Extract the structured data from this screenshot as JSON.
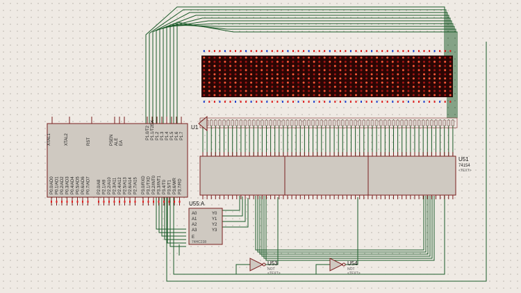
{
  "schematic": {
    "mcu": {
      "ref": "U1",
      "left_pins": [
        "XTAL1",
        "XTAL2",
        "RST",
        "PSEN",
        "ALE",
        "EA"
      ],
      "p0_pins": [
        "P0.0/AD0",
        "P0.1/AD1",
        "P0.2/AD2",
        "P0.3/AD3",
        "P0.4/AD4",
        "P0.5/AD5",
        "P0.6/AD6",
        "P0.7/AD7"
      ],
      "p2_pins": [
        "P2.0/A8",
        "P2.1/A9",
        "P2.2/A10",
        "P2.3/A11",
        "P2.4/A12",
        "P2.5/A13",
        "P2.6/A14",
        "P2.7/A15"
      ],
      "p3_pins": [
        "P3.0/RXD",
        "P3.1/TXD",
        "P3.2/INT0",
        "P3.3/INT1",
        "P3.4/T0",
        "P3.5/T1",
        "P3.6/WR",
        "P3.7/RD"
      ],
      "p1_pins": [
        "P1.0/T2",
        "P1.1/T2EX",
        "P1.2",
        "P1.3",
        "P1.4",
        "P1.5",
        "P1.6",
        "P1.7"
      ]
    },
    "decoder": {
      "ref": "U55:A",
      "part": "74HC238",
      "inputs": [
        "A0",
        "A1",
        "A2",
        "A3"
      ],
      "enable": "E",
      "outputs": [
        "Y0",
        "Y1",
        "Y2",
        "Y3"
      ]
    },
    "shift_registers": [
      {
        "ref": "U51",
        "part": "74154",
        "sub": "<TEXT>"
      }
    ],
    "inverters": [
      {
        "ref": "U53",
        "part": "NOT",
        "sub": "<TEXT>"
      },
      {
        "ref": "U54",
        "part": "NOT",
        "sub": "<TEXT>"
      }
    ],
    "led_matrix": {
      "rows": 10,
      "cols": 48,
      "color": "#c01818",
      "bg": "#2a0604"
    },
    "colors": {
      "wire": "#1a5a28",
      "chip_border": "#7a1e1e",
      "chip_fill": "#cfc9c1",
      "pin_red": "#d22",
      "pin_blue": "#2244cc"
    }
  }
}
